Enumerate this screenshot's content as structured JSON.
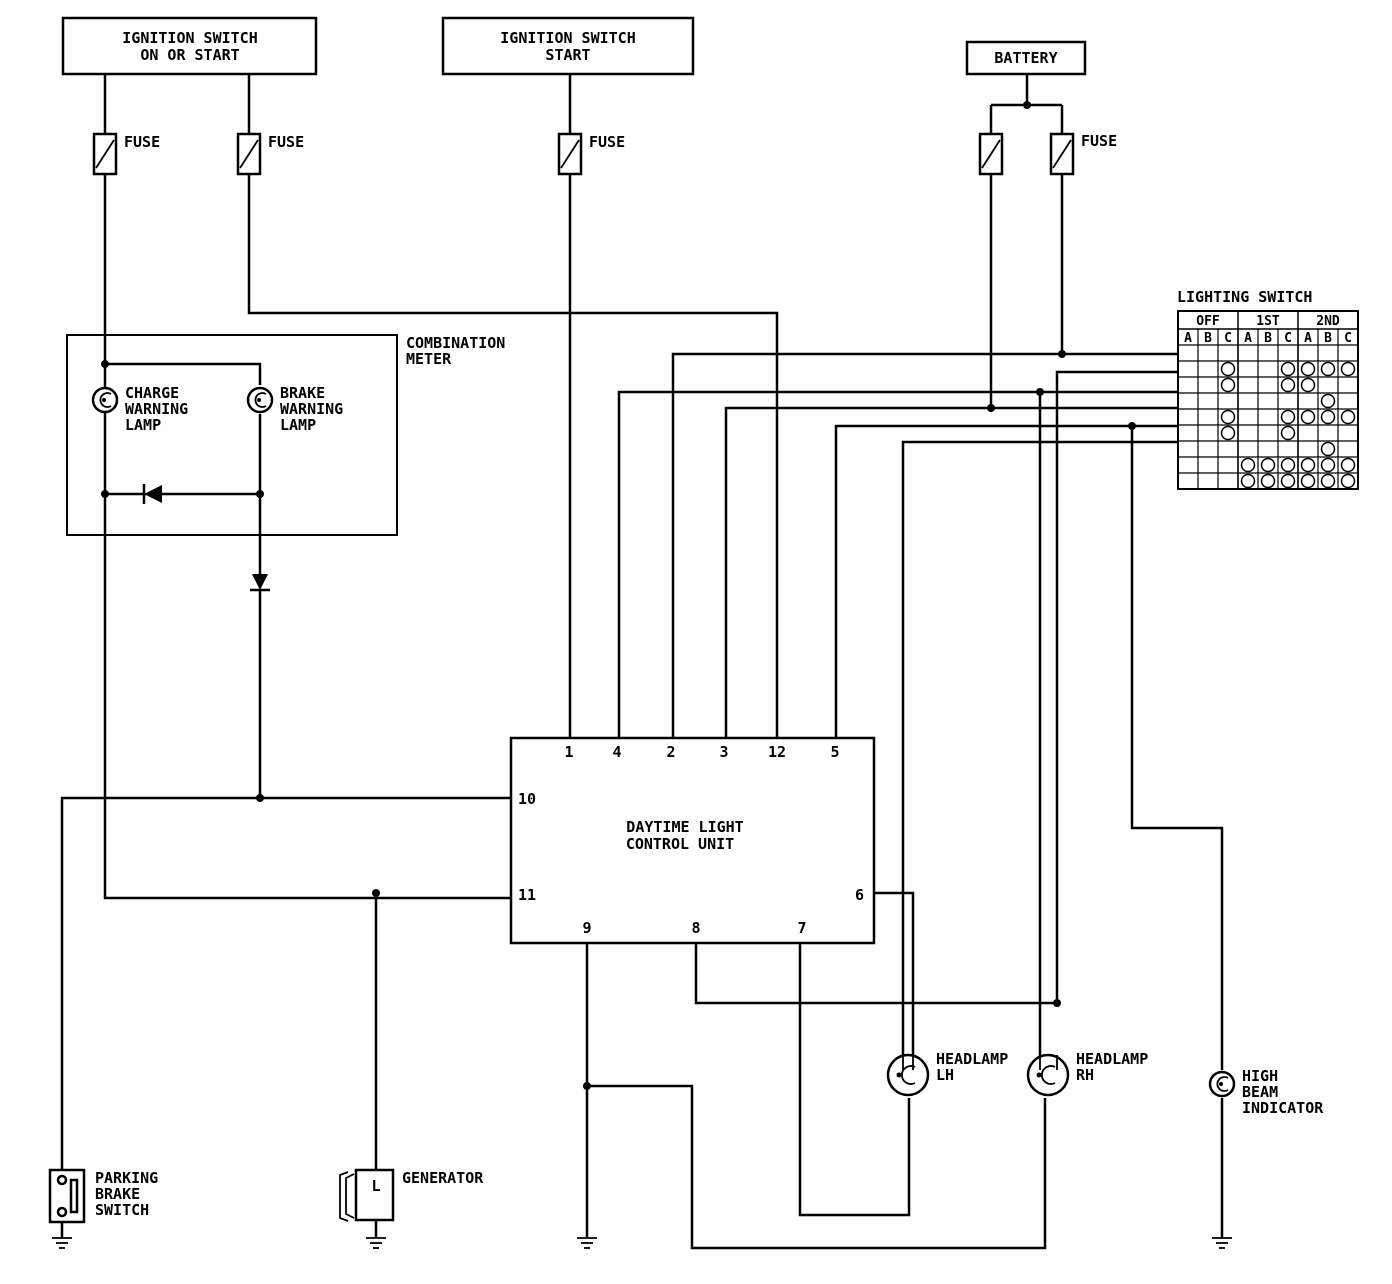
{
  "sources": {
    "ign_on_start": [
      "IGNITION SWITCH",
      "ON OR START"
    ],
    "ign_start": [
      "IGNITION SWITCH",
      "START"
    ],
    "battery": "BATTERY",
    "fuse": "FUSE"
  },
  "meter": {
    "title": [
      "COMBINATION",
      "METER"
    ],
    "charge_lamp": [
      "CHARGE",
      "WARNING",
      "LAMP"
    ],
    "brake_lamp": [
      "BRAKE",
      "WARNING",
      "LAMP"
    ]
  },
  "control_unit": {
    "title": [
      "DAYTIME LIGHT",
      "CONTROL UNIT"
    ],
    "pins_top": [
      "1",
      "4",
      "2",
      "3",
      "12",
      "5"
    ],
    "pin_10": "10",
    "pin_11": "11",
    "pin_6": "6",
    "pins_bottom": [
      "9",
      "8",
      "7"
    ]
  },
  "lighting_switch": {
    "title": "LIGHTING SWITCH",
    "positions": [
      "OFF",
      "1ST",
      "2ND"
    ],
    "columns": [
      "A",
      "B",
      "C",
      "A",
      "B",
      "C",
      "A",
      "B",
      "C"
    ],
    "marks": [
      [
        0,
        0,
        0,
        0,
        0,
        0,
        0,
        0,
        0
      ],
      [
        0,
        0,
        1,
        0,
        0,
        1,
        1,
        1,
        1
      ],
      [
        0,
        0,
        1,
        0,
        0,
        1,
        1,
        0,
        0
      ],
      [
        0,
        0,
        0,
        0,
        0,
        0,
        0,
        1,
        0
      ],
      [
        0,
        0,
        1,
        0,
        0,
        1,
        1,
        1,
        1
      ],
      [
        0,
        0,
        1,
        0,
        0,
        1,
        0,
        0,
        0
      ],
      [
        0,
        0,
        0,
        0,
        0,
        0,
        0,
        1,
        0
      ],
      [
        0,
        0,
        0,
        1,
        1,
        1,
        1,
        1,
        1
      ],
      [
        0,
        0,
        0,
        1,
        1,
        1,
        1,
        1,
        1
      ]
    ]
  },
  "components": {
    "headlamp_lh": [
      "HEADLAMP",
      "LH"
    ],
    "headlamp_rh": [
      "HEADLAMP",
      "RH"
    ],
    "high_beam": [
      "HIGH",
      "BEAM",
      "INDICATOR"
    ],
    "parking_brake": [
      "PARKING",
      "BRAKE",
      "SWITCH"
    ],
    "generator": "GENERATOR",
    "generator_terminal": "L"
  }
}
